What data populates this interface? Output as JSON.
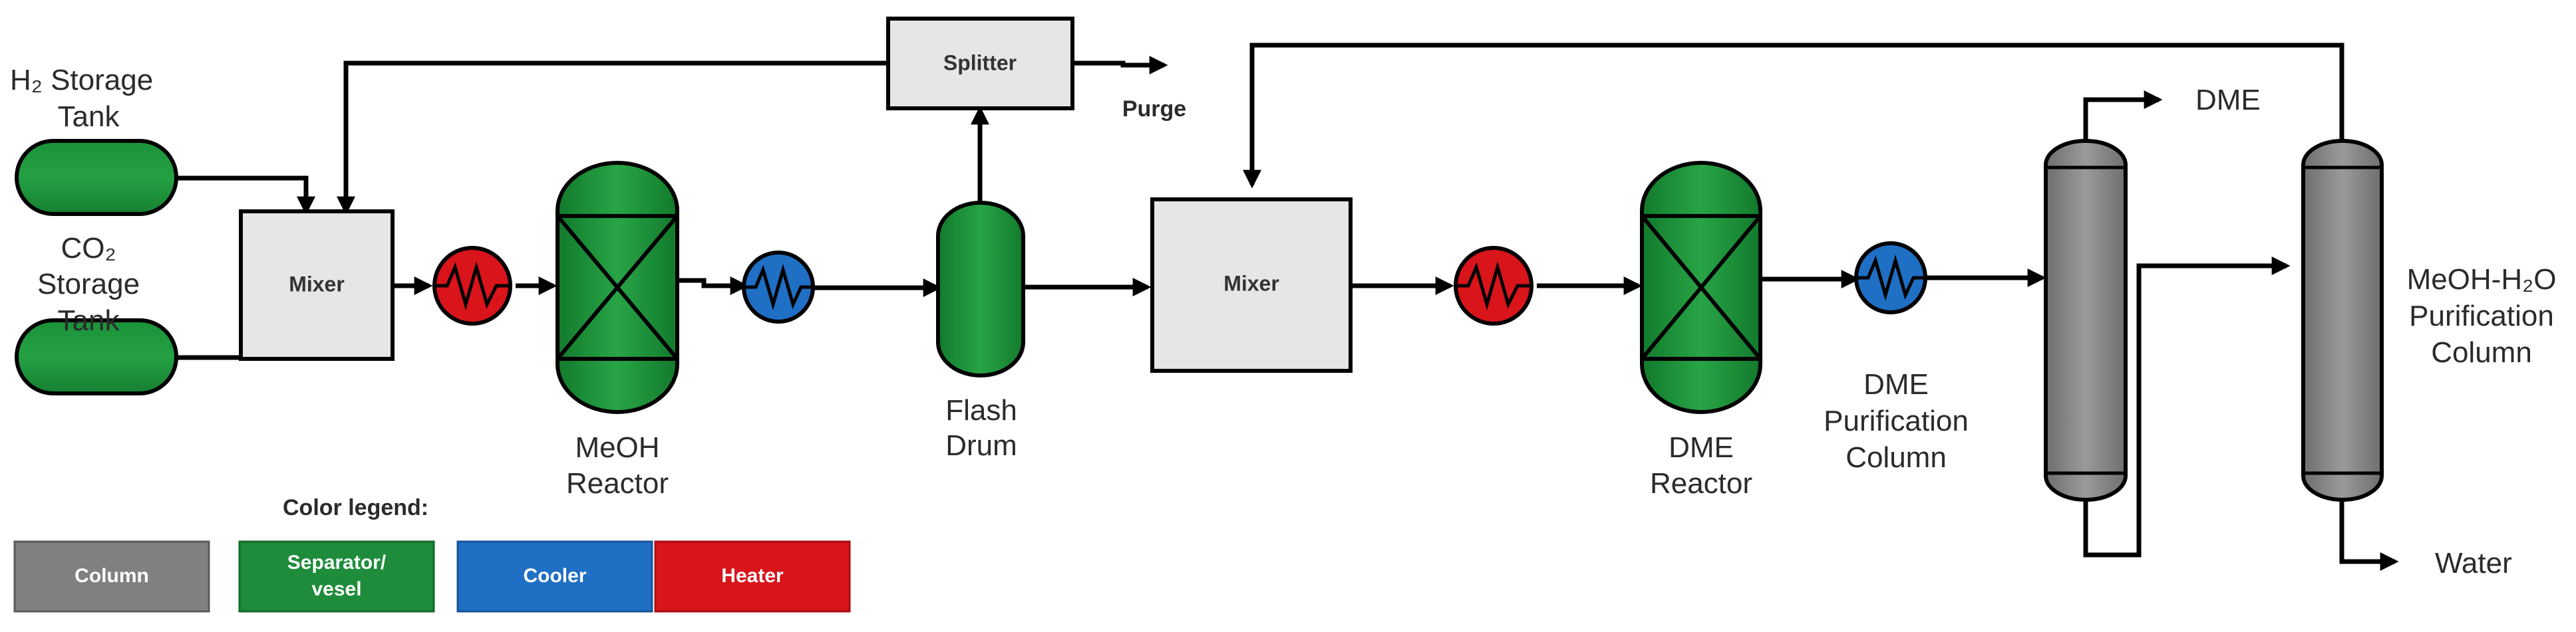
{
  "labels": {
    "h2_tank_line1": "H₂ Storage",
    "h2_tank_line2": "Tank",
    "co2_tank_line1": "CO₂",
    "co2_tank_line2": "Storage",
    "co2_tank_line3": "Tank",
    "mixer1": "Mixer",
    "mixer2": "Mixer",
    "splitter": "Splitter",
    "purge": "Purge",
    "meoh_reactor_line1": "MeOH",
    "meoh_reactor_line2": "Reactor",
    "flash_drum_line1": "Flash",
    "flash_drum_line2": "Drum",
    "dme_reactor_line1": "DME",
    "dme_reactor_line2": "Reactor",
    "dme_column_line1": "DME",
    "dme_column_line2": "Purification",
    "dme_column_line3": "Column",
    "dme_out": "DME",
    "water_out": "Water",
    "meoh_column_line1": "MeOH-H₂O",
    "meoh_column_line2": "Purification",
    "meoh_column_line3": "Column"
  },
  "legend": {
    "title": "Color legend:",
    "column": "Column",
    "separator_line1": "Separator/",
    "separator_line2": "vesel",
    "cooler": "Cooler",
    "heater": "Heater"
  },
  "colors": {
    "column": "#808080",
    "separator": "#1e8c3a",
    "cooler": "#1f6fc4",
    "heater": "#d9141b",
    "mixer_fill": "#e6e6e6"
  }
}
